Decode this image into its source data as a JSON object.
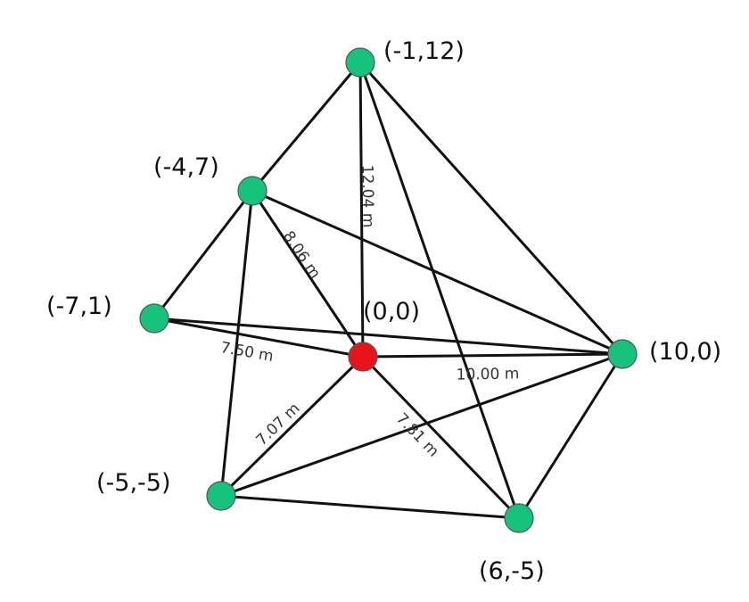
{
  "colors": {
    "anchor_node": "#17c27f",
    "center_node": "#e8141b",
    "edge": "#111111"
  },
  "nodes": {
    "top": {
      "label": "(-1,12)"
    },
    "upper_left": {
      "label": "(-4,7)"
    },
    "left": {
      "label": "(-7,1)"
    },
    "center": {
      "label": "(0,0)"
    },
    "right": {
      "label": "(10,0)"
    },
    "lower_left": {
      "label": "(-5,-5)"
    },
    "bottom_right": {
      "label": "(6,-5)"
    }
  },
  "distances": {
    "center_top": "12.04 m",
    "center_upper_left": "8.06 m",
    "center_left": "7.50 m",
    "center_right": "10.00 m",
    "center_lower_left": "7.07 m",
    "center_bottom_right": "7.81 m"
  }
}
